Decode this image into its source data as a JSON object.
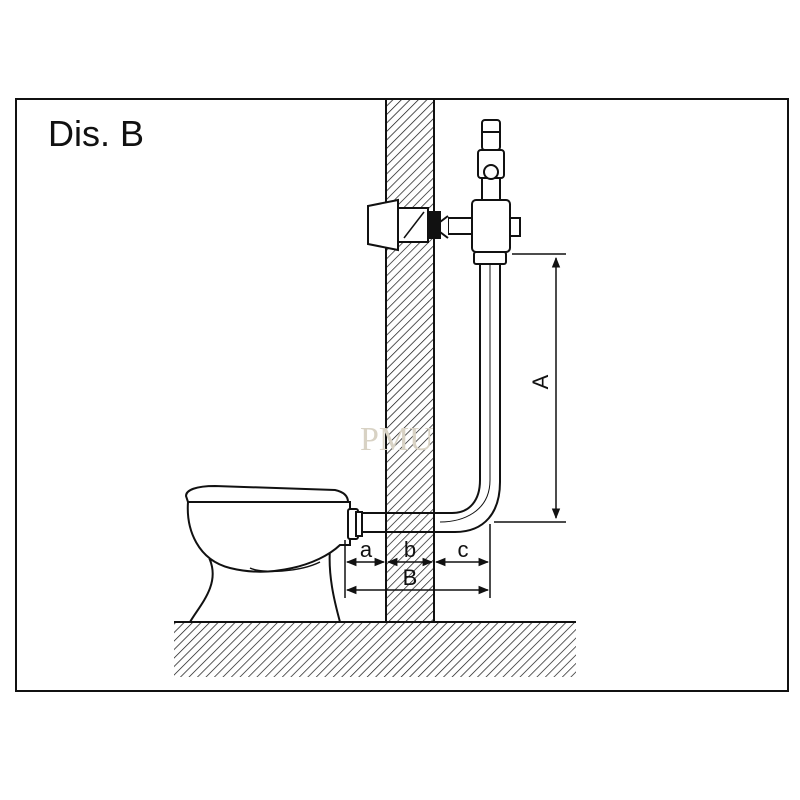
{
  "figure": {
    "title": "Dis. B",
    "watermark": "PMU",
    "dimension_labels": {
      "A": "A",
      "a": "a",
      "b": "b",
      "c": "c",
      "B": "B"
    },
    "colors": {
      "line": "#111111",
      "background": "#ffffff",
      "watermark": "#d8d2c4"
    }
  }
}
